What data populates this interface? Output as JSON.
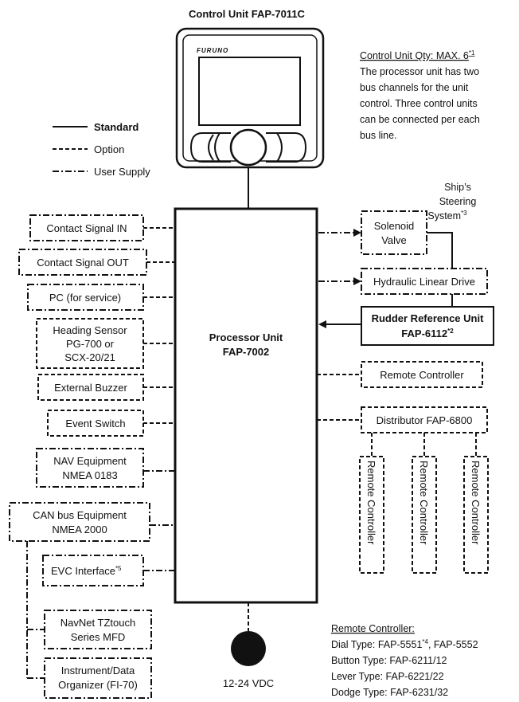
{
  "control_unit": {
    "title": "Control Unit FAP-7011C",
    "brand": "FURUNO"
  },
  "legend": {
    "standard": "Standard",
    "option": "Option",
    "user_supply": "User Supply"
  },
  "qty_note": {
    "heading": "Control Unit Qty: MAX. 6",
    "heading_sup": "*1",
    "lines": [
      "The processor unit has two",
      "bus channels for the unit",
      "control. Three control units",
      "can be connected per each",
      "bus line."
    ]
  },
  "processor": {
    "line1": "Processor Unit",
    "line2": "FAP-7002"
  },
  "left_devices": {
    "contact_in": "Contact Signal IN",
    "contact_out": "Contact Signal OUT",
    "pc": "PC (for service)",
    "heading_sensor": [
      "Heading Sensor",
      "PG-700 or",
      "SCX-20/21"
    ],
    "buzzer": "External Buzzer",
    "event_switch": "Event Switch",
    "nav_equipment": [
      "NAV Equipment",
      "NMEA 0183"
    ],
    "can_bus": [
      "CAN bus Equipment",
      "NMEA 2000"
    ],
    "evc": "EVC Interface",
    "evc_sup": "*5",
    "navnet": [
      "NavNet TZtouch",
      "Series MFD"
    ],
    "instrument": [
      "Instrument/Data",
      "Organizer (FI-70)"
    ]
  },
  "right_devices": {
    "steering_label": [
      "Ship’s",
      "Steering",
      "System"
    ],
    "steering_sup": "*3",
    "solenoid": [
      "Solenoid",
      "Valve"
    ],
    "hydraulic": "Hydraulic Linear Drive",
    "rudder": [
      "Rudder Reference Unit",
      "FAP-6112"
    ],
    "rudder_sup": "*2",
    "remote_controller": "Remote Controller",
    "distributor": "Distributor FAP-6800",
    "sub_remotes": [
      "Remote Controller",
      "Remote Controller",
      "Remote Controller"
    ]
  },
  "power": "12-24 VDC",
  "remote_note": {
    "heading": "Remote Controller:",
    "dial": "Dial Type: FAP-5551",
    "dial_sup": "*4",
    "dial_rest": ", FAP-5552",
    "button": "Button Type: FAP-6211/12",
    "lever": "Lever Type: FAP-6221/22",
    "dodge": "Dodge Type: FAP-6231/32"
  }
}
